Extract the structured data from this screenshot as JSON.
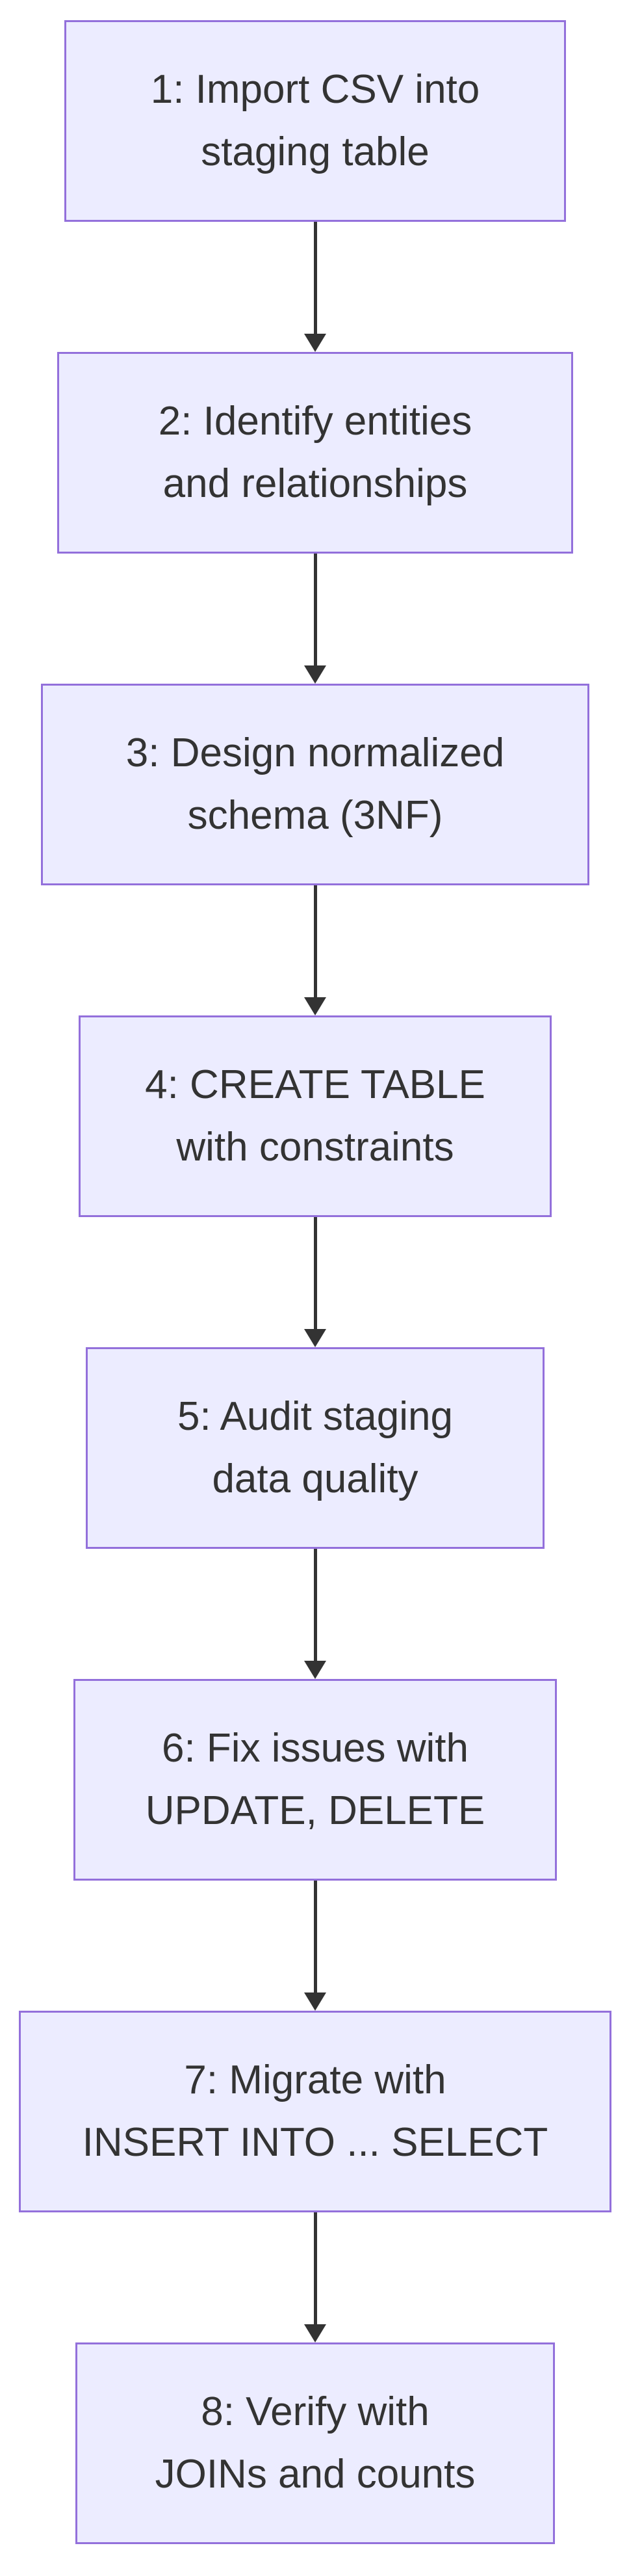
{
  "diagram": {
    "type": "flowchart",
    "direction": "top-down",
    "colors": {
      "background": "#FFFFFF",
      "node_fill": "#ECECFF",
      "node_border": "#9370DB",
      "arrow": "#333333",
      "text": "#333333"
    },
    "nodes": [
      {
        "id": "1",
        "label": "1: Import CSV into staging table",
        "line1": "1: Import CSV into",
        "line2": "staging table"
      },
      {
        "id": "2",
        "label": "2: Identify entities and relationships",
        "line1": "2: Identify entities",
        "line2": "and relationships"
      },
      {
        "id": "3",
        "label": "3: Design normalized schema (3NF)",
        "line1": "3: Design normalized",
        "line2": "schema (3NF)"
      },
      {
        "id": "4",
        "label": "4: CREATE TABLE with constraints",
        "line1": "4: CREATE TABLE",
        "line2": "with constraints"
      },
      {
        "id": "5",
        "label": "5: Audit staging data quality",
        "line1": "5: Audit staging",
        "line2": "data quality"
      },
      {
        "id": "6",
        "label": "6: Fix issues with UPDATE, DELETE",
        "line1": "6: Fix issues with",
        "line2": "UPDATE, DELETE"
      },
      {
        "id": "7",
        "label": "7: Migrate with INSERT INTO ... SELECT",
        "line1": "7: Migrate with",
        "line2": "INSERT INTO ... SELECT"
      },
      {
        "id": "8",
        "label": "8: Verify with JOINs and counts",
        "line1": "8: Verify with",
        "line2": "JOINs and counts"
      }
    ],
    "edges": [
      {
        "from": "1",
        "to": "2"
      },
      {
        "from": "2",
        "to": "3"
      },
      {
        "from": "3",
        "to": "4"
      },
      {
        "from": "4",
        "to": "5"
      },
      {
        "from": "5",
        "to": "6"
      },
      {
        "from": "6",
        "to": "7"
      },
      {
        "from": "7",
        "to": "8"
      }
    ]
  }
}
